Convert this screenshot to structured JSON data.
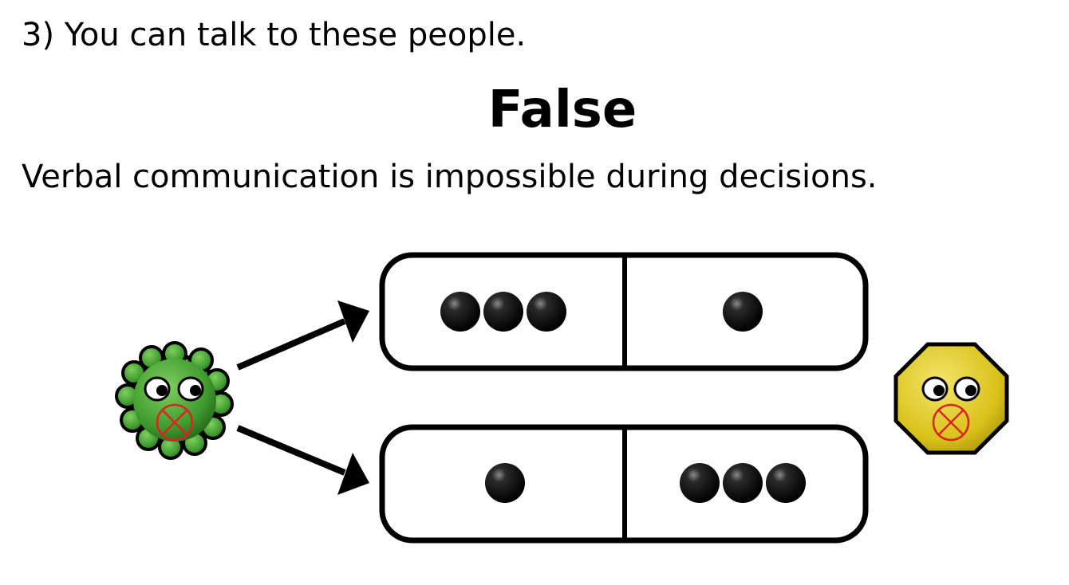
{
  "question": "3) You can talk to these people.",
  "answer": "False",
  "explanation": "Verbal communication is impossible during decisions.",
  "diagram": {
    "left_player": {
      "color": "#3f9a2e",
      "icon": "green-blob-muted-face-icon"
    },
    "right_player": {
      "color": "#d9c21a",
      "icon": "yellow-octagon-muted-face-icon"
    },
    "options": [
      {
        "left_dots": 3,
        "right_dots": 1
      },
      {
        "left_dots": 1,
        "right_dots": 3
      }
    ]
  }
}
